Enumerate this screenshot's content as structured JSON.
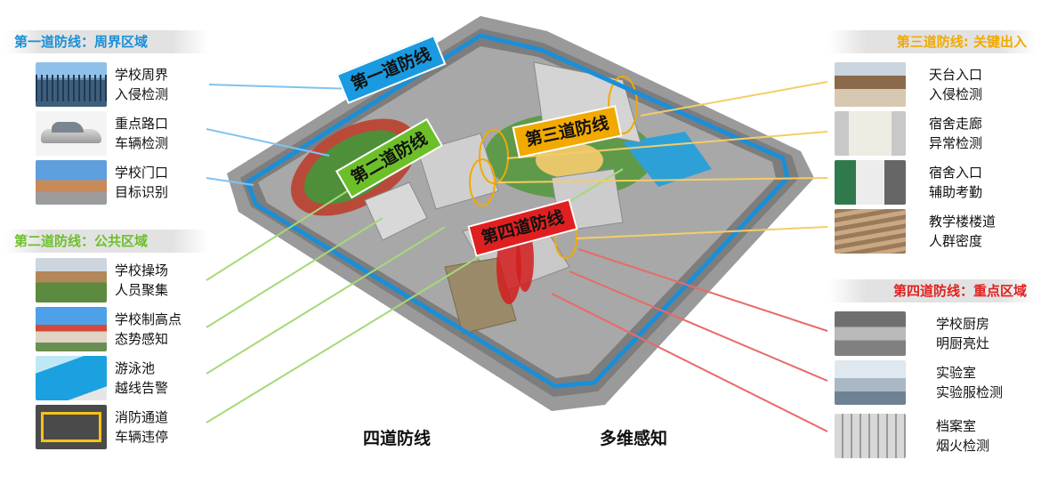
{
  "sections": {
    "s1": {
      "title": "第一道防线：周界区域",
      "color": "#1a8fd8"
    },
    "s2": {
      "title": "第二道防线：公共区域",
      "color": "#6dbf2a"
    },
    "s3": {
      "title": "第三道防线: 关键出入",
      "color": "#f2a900"
    },
    "s4": {
      "title": "第四道防线：重点区域",
      "color": "#e02020"
    }
  },
  "left_items": [
    {
      "line1": "学校周界",
      "line2": "入侵检测",
      "icon": "fence-thumbnail"
    },
    {
      "line1": "重点路口",
      "line2": "车辆检测",
      "icon": "car-thumbnail"
    },
    {
      "line1": "学校门口",
      "line2": "目标识别",
      "icon": "school-gate-thumbnail"
    },
    {
      "line1": "学校操场",
      "line2": "人员聚集",
      "icon": "playground-thumbnail"
    },
    {
      "line1": "学校制高点",
      "line2": "态势感知",
      "icon": "high-point-thumbnail"
    },
    {
      "line1": "游泳池",
      "line2": "越线告警",
      "icon": "pool-thumbnail"
    },
    {
      "line1": "消防通道",
      "line2": "车辆违停",
      "icon": "fire-lane-thumbnail"
    }
  ],
  "right_items": [
    {
      "line1": "天台入口",
      "line2": "入侵检测",
      "icon": "rooftop-thumbnail"
    },
    {
      "line1": "宿舍走廊",
      "line2": "异常检测",
      "icon": "corridor-thumbnail"
    },
    {
      "line1": "宿舍入口",
      "line2": "辅助考勤",
      "icon": "dorm-entrance-thumbnail"
    },
    {
      "line1": "教学楼楼道",
      "line2": "人群密度",
      "icon": "stairway-thumbnail"
    },
    {
      "line1": "学校厨房",
      "line2": "明厨亮灶",
      "icon": "kitchen-thumbnail"
    },
    {
      "line1": "实验室",
      "line2": "实验服检测",
      "icon": "lab-thumbnail"
    },
    {
      "line1": "档案室",
      "line2": "烟火检测",
      "icon": "archive-thumbnail"
    }
  ],
  "zones": {
    "z1": "第一道防线",
    "z2": "第二道防线",
    "z3": "第三道防线",
    "z4": "第四道防线"
  },
  "footer": {
    "left": "四道防线",
    "right": "多维感知"
  }
}
